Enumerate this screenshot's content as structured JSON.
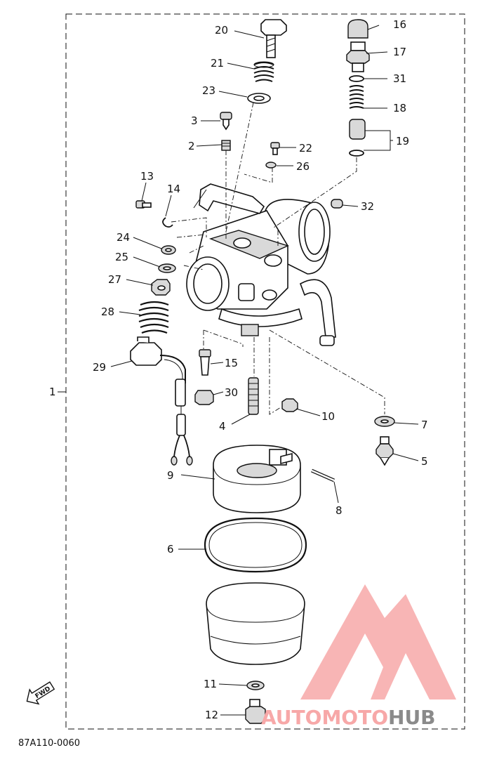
{
  "diagram": {
    "code": "87A110-0060",
    "direction_badge": "FWD",
    "assembly_label": "1",
    "callouts": [
      "20",
      "21",
      "23",
      "3",
      "2",
      "22",
      "26",
      "13",
      "14",
      "24",
      "25",
      "27",
      "28",
      "29",
      "16",
      "17",
      "31",
      "18",
      "19",
      "32",
      "15",
      "30",
      "4",
      "10",
      "7",
      "5",
      "9",
      "8",
      "6",
      "11",
      "12"
    ]
  },
  "watermark": {
    "part1": "AUTOMOTO",
    "part2": "HUB",
    "color_light": "#f7a8a8",
    "color_dark": "#8a8a8a"
  }
}
